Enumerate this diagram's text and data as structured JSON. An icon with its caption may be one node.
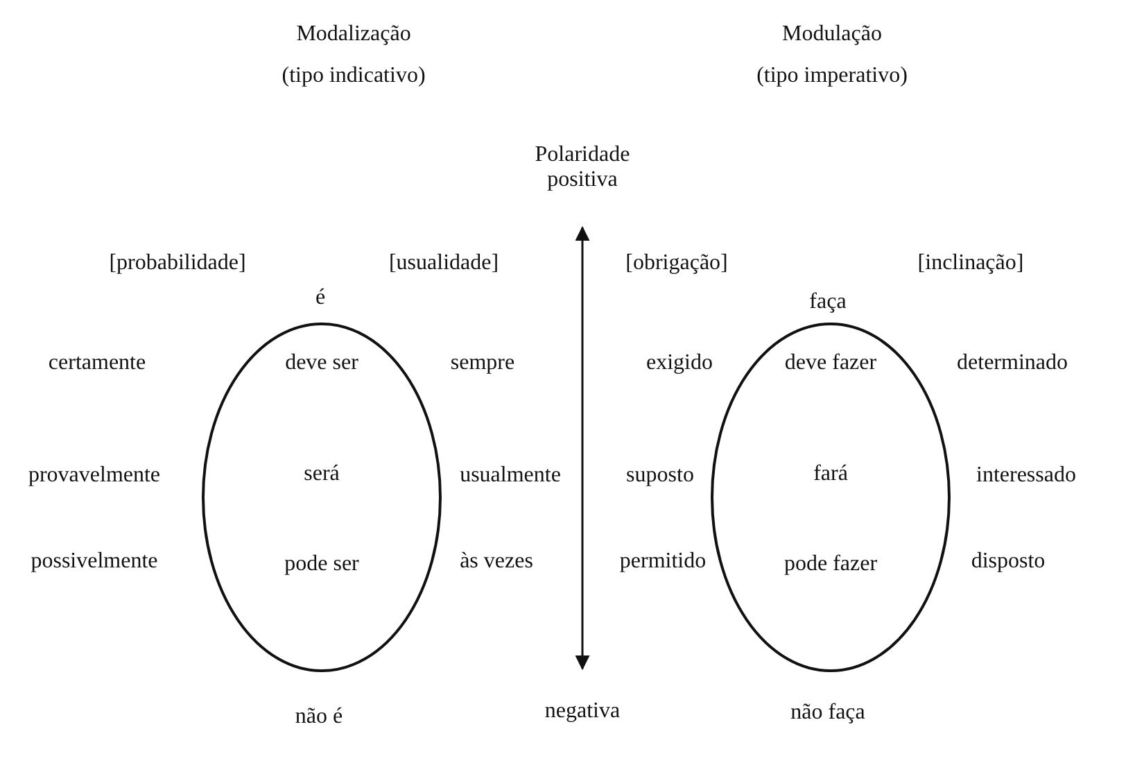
{
  "diagram": {
    "nodes": [
      {
        "text": [
          "Polaridade positiva"
        ]
      },
      {
        "text": [
          "deve ser",
          "será",
          "pode ser"
        ]
      },
      {
        "text": [
          "deve fazer",
          "fará",
          "pode fazer"
        ]
      },
      {
        "text": [
          "negativa"
        ]
      }
    ],
    "edges": [
      {
        "from": 0,
        "to": 3,
        "arrow": "both"
      }
    ],
    "labels": [
      "Modalização",
      "(tipo indicativo)",
      "Modulação",
      "(tipo imperativo)",
      "[probabilidade]",
      "[usualidade]",
      "[obrigação]",
      "[inclinação]",
      "é",
      "faça",
      "certamente",
      "sempre",
      "exigido",
      "determinado",
      "provavelmente",
      "usualmente",
      "suposto",
      "interessado",
      "possivelmente",
      "às vezes",
      "permitido",
      "disposto",
      "não é",
      "não faça"
    ]
  }
}
